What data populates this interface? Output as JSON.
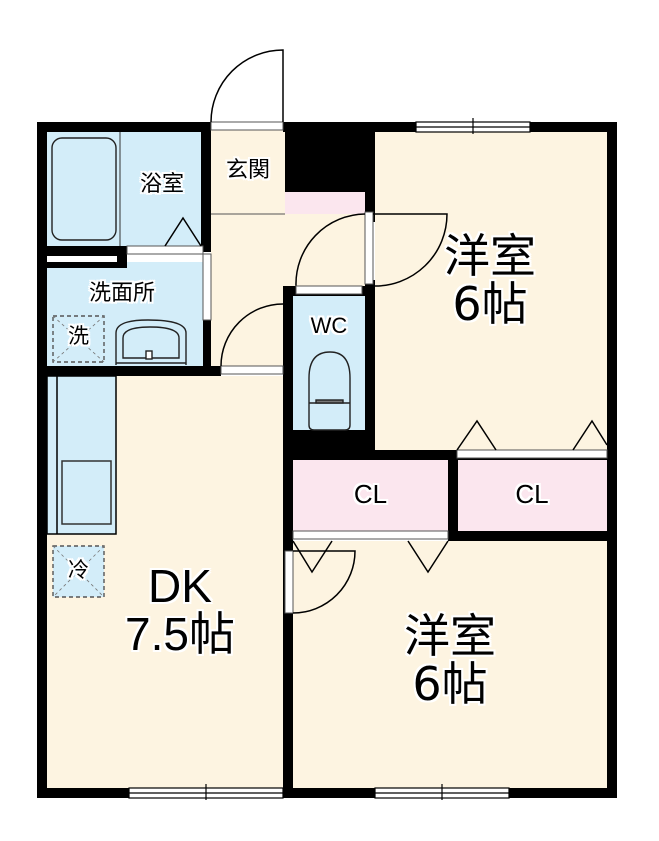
{
  "floor_plan": {
    "colors": {
      "wall": "#000000",
      "living_floor": "#fdf4e1",
      "wet_area": "#d3edf9",
      "storage": "#fbe6ee",
      "window": "#ffffff",
      "door_line": "#000000"
    },
    "rooms": {
      "bath": {
        "name": "浴室"
      },
      "entrance": {
        "name": "玄関"
      },
      "washroom": {
        "name": "洗面所"
      },
      "washer": {
        "name": "洗"
      },
      "toilet": {
        "name": "WC"
      },
      "fridge": {
        "name": "冷"
      },
      "dk": {
        "name": "DK",
        "size": "7.5帖"
      },
      "western_1": {
        "name": "洋室",
        "size": "6帖"
      },
      "western_2": {
        "name": "洋室",
        "size": "6帖"
      },
      "closet_1": {
        "name": "CL"
      },
      "closet_2": {
        "name": "CL"
      }
    }
  }
}
